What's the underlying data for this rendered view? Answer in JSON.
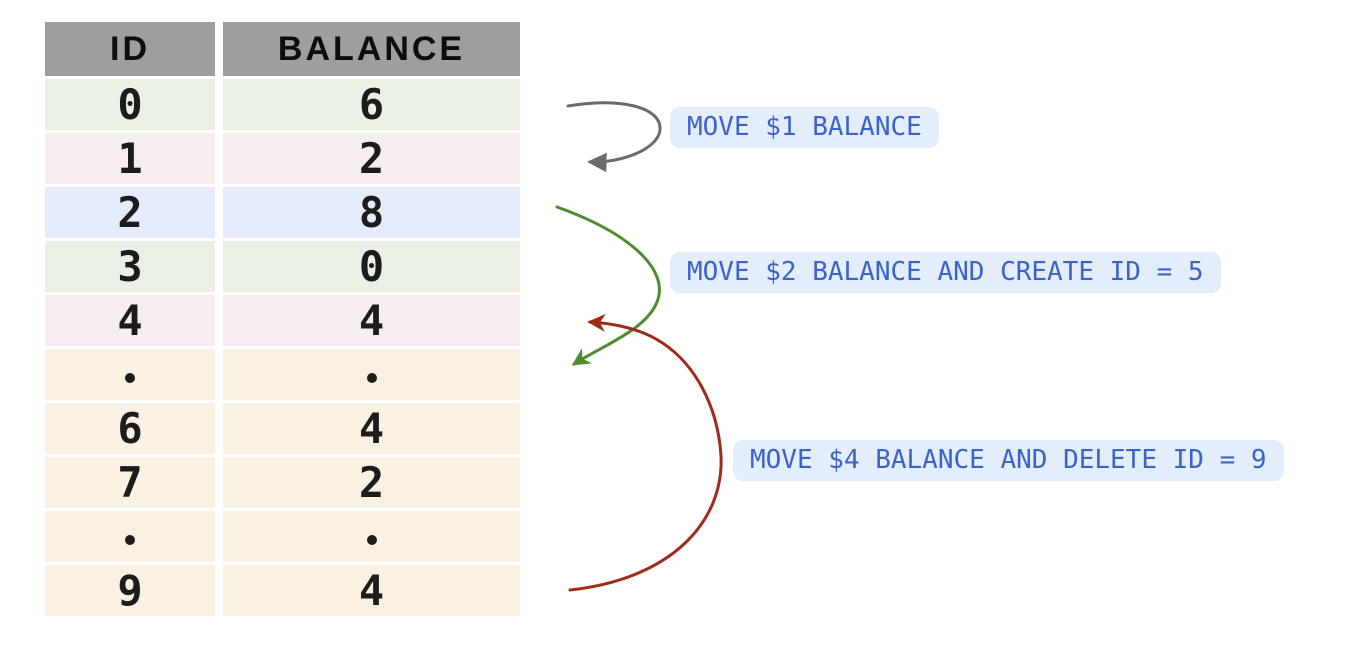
{
  "table": {
    "columns": [
      "ID",
      "BALANCE"
    ],
    "rows": [
      {
        "id": "0",
        "balance": "6",
        "color": "green"
      },
      {
        "id": "1",
        "balance": "2",
        "color": "pink"
      },
      {
        "id": "2",
        "balance": "8",
        "color": "blue"
      },
      {
        "id": "3",
        "balance": "0",
        "color": "green"
      },
      {
        "id": "4",
        "balance": "4",
        "color": "pink"
      },
      {
        "id": ".",
        "balance": ".",
        "color": "cream"
      },
      {
        "id": "6",
        "balance": "4",
        "color": "cream"
      },
      {
        "id": "7",
        "balance": "2",
        "color": "cream"
      },
      {
        "id": ".",
        "balance": ".",
        "color": "cream"
      },
      {
        "id": "9",
        "balance": "4",
        "color": "cream"
      }
    ]
  },
  "annotations": [
    {
      "label": "MOVE $1 BALANCE",
      "arrow": "gray curved arrow from row 0 to row 1"
    },
    {
      "label": "MOVE $2 BALANCE AND CREATE ID = 5",
      "arrow": "green curved arrow from row 2 to dotted row"
    },
    {
      "label": "MOVE $4 BALANCE AND DELETE ID = 9",
      "arrow": "red curved arrow from row 9 to row 4"
    }
  ],
  "colors": {
    "header_bg": "#9e9e9e",
    "row_green": "#e9f1e6",
    "row_pink": "#f6edf2",
    "row_blue": "#e4ebfb",
    "row_cream": "#fbf1e3",
    "label_bg": "#e4edfb",
    "label_text": "#3b63cb",
    "arrow_gray": "#6a6a6a",
    "arrow_green": "#4e8c2f",
    "arrow_red": "#a12b1a"
  }
}
